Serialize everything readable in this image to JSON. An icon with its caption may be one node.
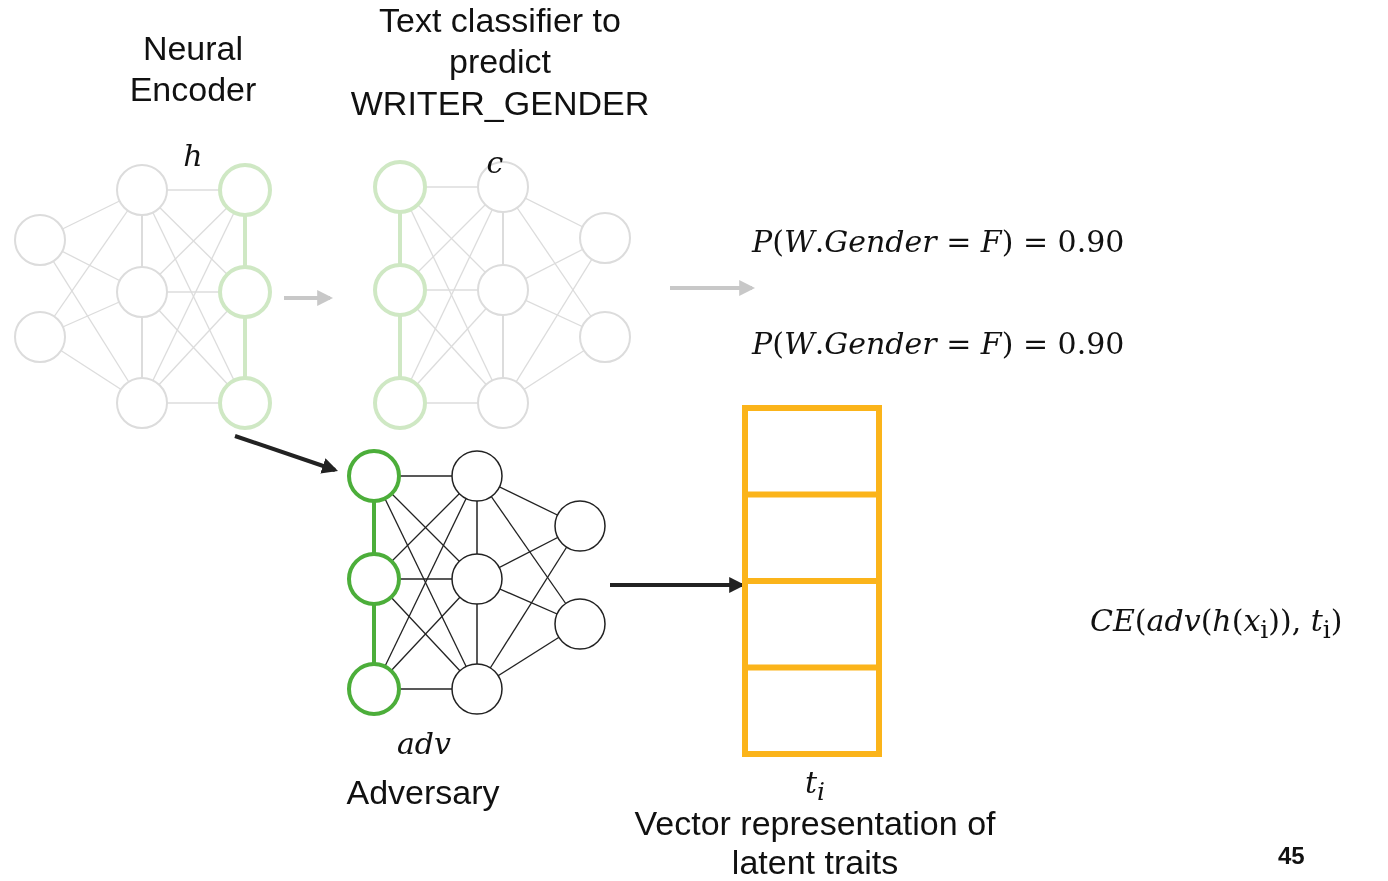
{
  "diagram": {
    "nodes": [
      {
        "text": [
          "Neural Encoder",
          "h"
        ]
      },
      {
        "text": [
          "Text classifier to predict WRITER_GENDER",
          "c"
        ]
      },
      {
        "text": [
          "*P*(*W*.*Gender* = *F*) = 0.90"
        ]
      },
      {
        "text": [
          "adv",
          "Adversary"
        ]
      },
      {
        "text": [
          "*t*$_{i}$"
        ]
      }
    ],
    "edges": [
      {
        "from": 0,
        "to": 1,
        "arrow": "to",
        "color": "#c8c8c8"
      },
      {
        "from": 1,
        "to": 2,
        "arrow": "to",
        "color": "#c8c8c8"
      },
      {
        "from": 0,
        "to": 3,
        "arrow": "to",
        "color": "#222222"
      },
      {
        "from": 3,
        "to": 4,
        "arrow": "to",
        "color": "#222222"
      }
    ],
    "labels": [
      "Vector representation of latent traits",
      "*P*(*W*.*Gender* = *F*) = 0.90",
      "*CE*(*adv*(*h*(*x*$_{i}$)), *t*$_{i}$)",
      "45"
    ]
  }
}
